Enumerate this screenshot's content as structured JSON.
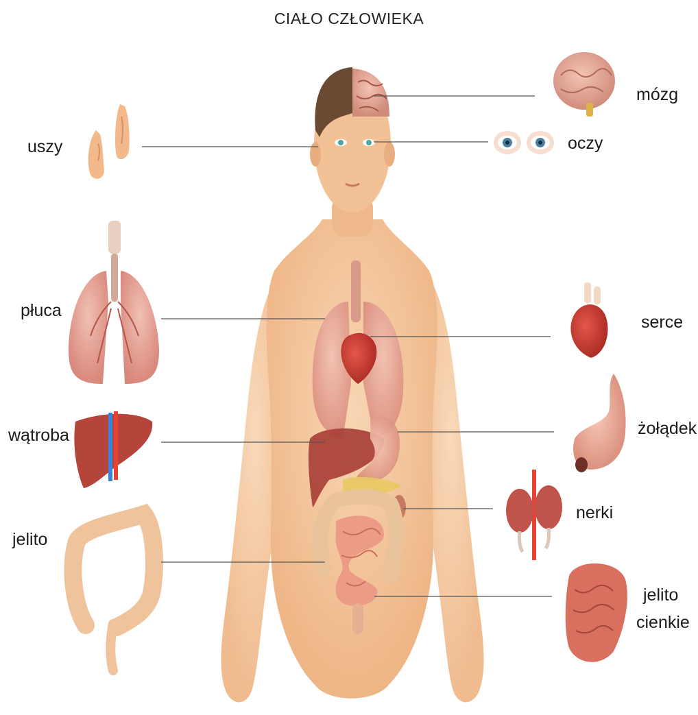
{
  "title": "CIAŁO CZŁOWIEKA",
  "labels": {
    "uszy": "uszy",
    "pluca": "płuca",
    "watroba": "wątroba",
    "jelito": "jelito",
    "mozg": "mózg",
    "oczy": "oczy",
    "serce": "serce",
    "zoladek": "żołądek",
    "nerki": "nerki",
    "jelito_cienkie_1": "jelito",
    "jelito_cienkie_2": "cienkie"
  },
  "colors": {
    "skin": "#f5c9a0",
    "skin_dark": "#e9b07f",
    "hair": "#6b4a33",
    "organ_red": "#c9433a",
    "lung": "#d98c82",
    "liver": "#b5453a",
    "intestine": "#e9a48a",
    "line": "#555555"
  }
}
